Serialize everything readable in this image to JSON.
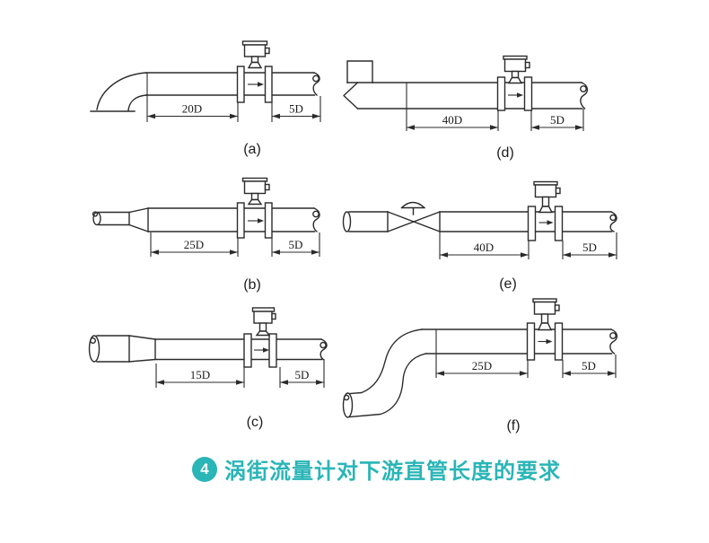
{
  "caption": {
    "badge_number": "4",
    "text": "涡街流量计对下游直管长度的要求",
    "accent_color": "#2ab5b7",
    "line_color": "#2b2b2b"
  },
  "diagrams": {
    "a": {
      "label": "(a)",
      "upstream": "20D",
      "downstream": "5D"
    },
    "b": {
      "label": "(b)",
      "upstream": "25D",
      "downstream": "5D"
    },
    "c": {
      "label": "(c)",
      "upstream": "15D",
      "downstream": "5D"
    },
    "d": {
      "label": "(d)",
      "upstream": "40D",
      "downstream": "5D"
    },
    "e": {
      "label": "(e)",
      "upstream": "40D",
      "downstream": "5D"
    },
    "f": {
      "label": "(f)",
      "upstream": "25D",
      "downstream": "5D"
    }
  }
}
